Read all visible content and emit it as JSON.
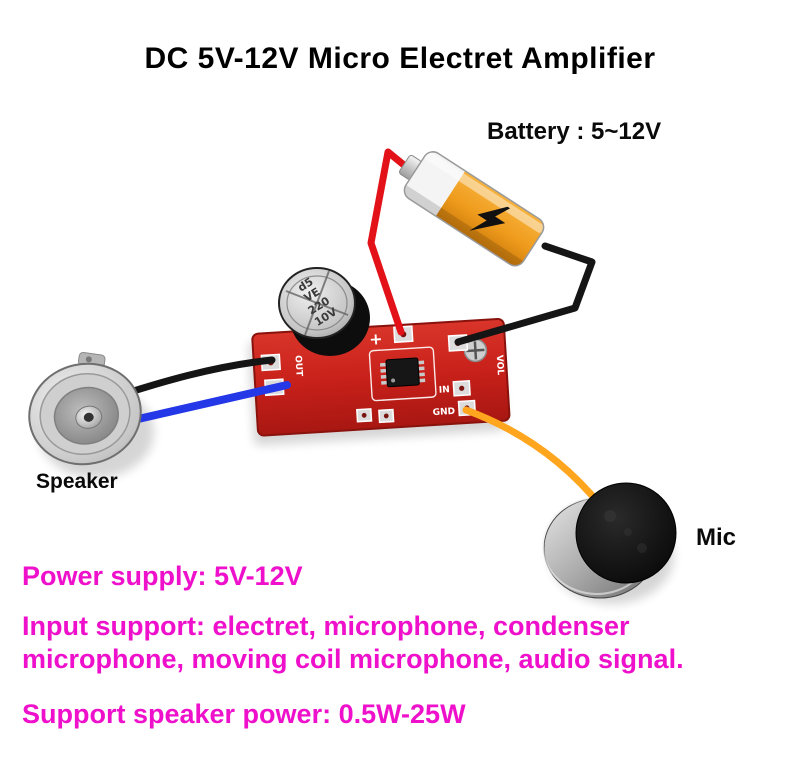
{
  "title": "DC 5V-12V Micro Electret Amplifier",
  "labels": {
    "battery": "Battery : 5~12V",
    "speaker": "Speaker",
    "mic": "Mic"
  },
  "pcb": {
    "plus": "+",
    "vol": "VOL",
    "in": "IN",
    "gnd": "GND",
    "out": "OUT",
    "capacitor_marking": [
      "d5",
      "VE",
      "220",
      "10V"
    ]
  },
  "specs": {
    "power": "Power supply: 5V-12V",
    "input_line1": "Input support: electret, microphone, condenser",
    "input_line2": "microphone, moving coil microphone, audio signal.",
    "speaker_power": "Support speaker power: 0.5W-25W"
  },
  "colors": {
    "spec_text": "#ee10cb",
    "title_text": "#000000",
    "pcb_red": "#c8201a",
    "battery_orange": "#f0a028",
    "wire_positive": "#e31219",
    "wire_negative": "#151515",
    "wire_speaker": "#151515",
    "wire_speaker_signal": "#2438e8",
    "wire_mic": "#ffa51e"
  }
}
